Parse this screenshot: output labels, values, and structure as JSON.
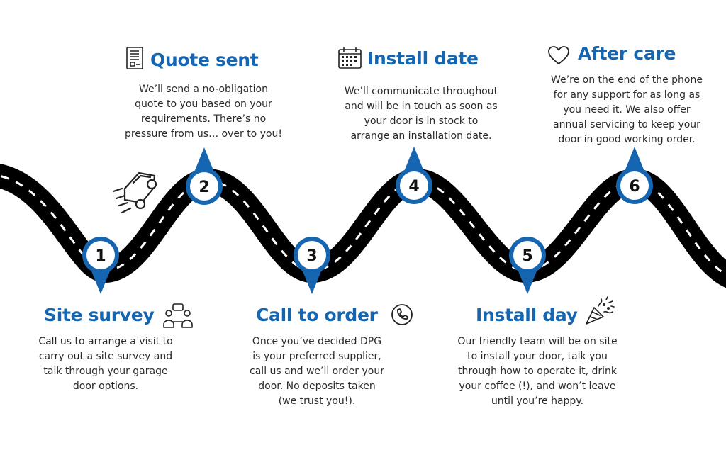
{
  "colors": {
    "accent": "#1565b0",
    "road": "#000000",
    "road_dash": "#ffffff",
    "text": "#2a2a2a"
  },
  "steps": [
    {
      "number": "1",
      "title": "Site survey",
      "description": [
        "Call us to arrange a visit to",
        "carry out a site survey and",
        "talk through your garage",
        "door options."
      ],
      "icon": "people-meeting-icon"
    },
    {
      "number": "2",
      "title": "Quote sent",
      "description": [
        "We’ll send a no-obligation",
        "quote to you based on your",
        "requirements. There’s no",
        "pressure from us… over to you!"
      ],
      "icon": "document-icon"
    },
    {
      "number": "3",
      "title": "Call to order",
      "description": [
        "Once you’ve decided DPG",
        "is your preferred supplier,",
        "call us and we’ll order your",
        "door. No deposits taken",
        "(we trust you!)."
      ],
      "icon": "phone-icon"
    },
    {
      "number": "4",
      "title": "Install date",
      "description": [
        "We’ll communicate throughout",
        "and will be in touch as soon as",
        "your door is in stock to",
        "arrange an installation date."
      ],
      "icon": "calendar-icon"
    },
    {
      "number": "5",
      "title": "Install day",
      "description": [
        "Our friendly team will be on site",
        "to install your door, talk you",
        "through how to operate it, drink",
        "your coffee (!), and won’t leave",
        "until you’re happy."
      ],
      "icon": "party-popper-icon"
    },
    {
      "number": "6",
      "title": "After care",
      "description": [
        "We’re on the end of the phone",
        "for any support for as long as",
        "you need it. We also offer",
        "annual servicing to keep your",
        "door in good working order."
      ],
      "icon": "heart-icon"
    }
  ],
  "decorations": {
    "road_icon": "moving-car-icon"
  }
}
